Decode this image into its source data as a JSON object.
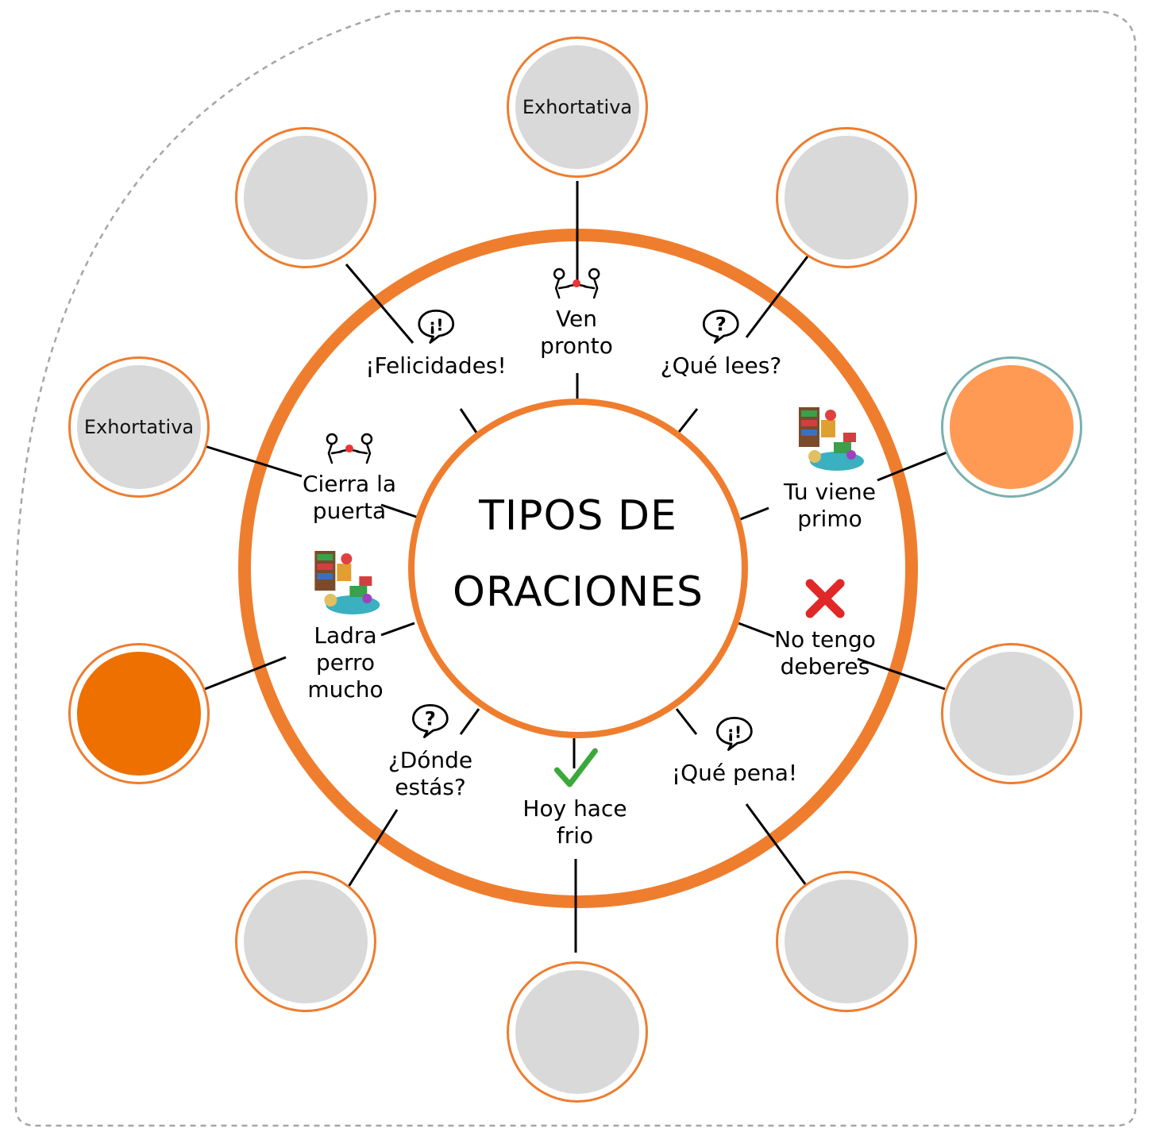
{
  "center": {
    "title_line1": "TIPOS DE",
    "title_line2": "ORACIONES"
  },
  "colors": {
    "ring": "#ef7d2e",
    "slot_border": "#ed7d31",
    "slot_fill": "#d9d9d9",
    "slot_fill_light_orange": "#ff9a55",
    "slot_fill_dark_orange": "#ed7000",
    "slot_border_teal": "#7ab0b0",
    "frame": "#a6a6a6"
  },
  "sentences": [
    {
      "text": "Ven\npronto",
      "icon": "people-bowing-icon"
    },
    {
      "text": "¿Qué lees?",
      "icon": "question-speech-bubble-icon"
    },
    {
      "text": "Tu viene\nprimo",
      "icon": "playroom-toys-icon"
    },
    {
      "text": "No tengo\ndeberes",
      "icon": "red-cross-icon"
    },
    {
      "text": "¡Qué pena!",
      "icon": "exclamation-speech-bubble-icon"
    },
    {
      "text": "Hoy hace\nfrio",
      "icon": "green-checkmark-icon"
    },
    {
      "text": "¿Dónde\nestás?",
      "icon": "question-speech-bubble-icon"
    },
    {
      "text": "Ladra\nperro\nmucho",
      "icon": "playroom-toys-icon"
    },
    {
      "text": "Cierra la\npuerta",
      "icon": "people-bowing-icon"
    },
    {
      "text": "¡Felicidades!",
      "icon": "exclamation-speech-bubble-icon"
    }
  ],
  "answer_slots": [
    {
      "label": "Exhortativa",
      "fill": "gray"
    },
    {
      "label": "",
      "fill": "gray"
    },
    {
      "label": "",
      "fill": "light-orange"
    },
    {
      "label": "",
      "fill": "gray"
    },
    {
      "label": "",
      "fill": "gray"
    },
    {
      "label": "",
      "fill": "gray"
    },
    {
      "label": "",
      "fill": "gray"
    },
    {
      "label": "",
      "fill": "dark-orange"
    },
    {
      "label": "Exhortativa",
      "fill": "gray"
    },
    {
      "label": "",
      "fill": "gray"
    }
  ]
}
